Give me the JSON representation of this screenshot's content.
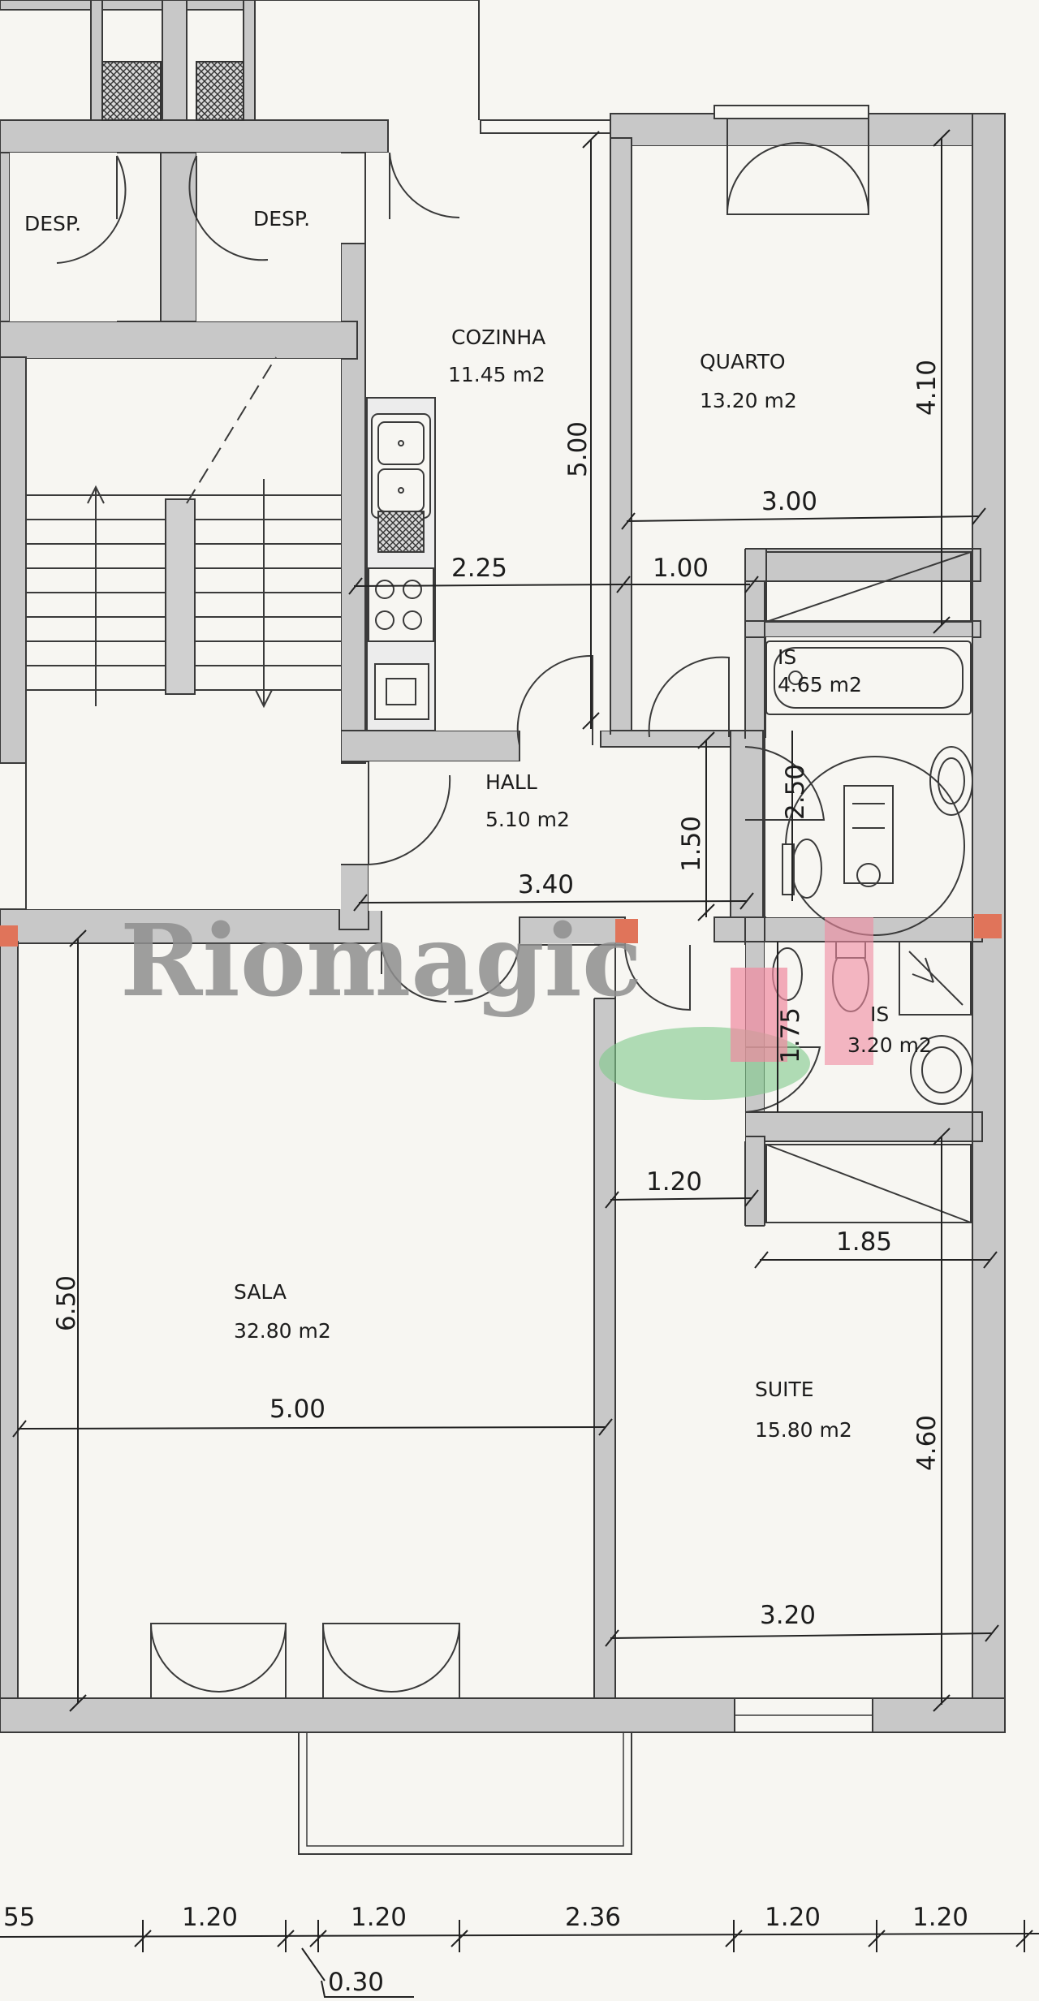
{
  "rooms": {
    "desp_left": "DESP.",
    "desp_right": "DESP.",
    "cozinha": {
      "name": "COZINHA",
      "area": "11.45 m2"
    },
    "quarto": {
      "name": "QUARTO",
      "area": "13.20 m2"
    },
    "is1": {
      "name": "IS",
      "area": "4.65 m2"
    },
    "hall": {
      "name": "HALL",
      "area": "5.10 m2"
    },
    "is2": {
      "name": "IS",
      "area": "3.20 m2"
    },
    "sala": {
      "name": "SALA",
      "area": "32.80 m2"
    },
    "suite": {
      "name": "SUITE",
      "area": "15.80 m2"
    }
  },
  "dimensions": {
    "cozinha_height": "5.00",
    "cozinha_width": "2.25",
    "quarto_height": "4.10",
    "quarto_width": "3.00",
    "corridor_width": "1.00",
    "is1_height": "2.50",
    "hall_height": "1.50",
    "hall_width": "3.40",
    "is2_height": "1.75",
    "passage_width": "1.20",
    "suite_closet_width": "1.85",
    "sala_height": "6.50",
    "sala_width": "5.00",
    "suite_height": "4.60",
    "suite_width": "3.20",
    "bottom_1": "55",
    "bottom_2": "1.20",
    "bottom_3": "1.20",
    "bottom_4": "2.36",
    "bottom_5": "1.20",
    "bottom_6": "1.20",
    "bottom_7": "0.30"
  },
  "watermark": "Riomagic",
  "colors": {
    "wall_fill": "#c8c8c8",
    "wall_line": "#3a3a3a",
    "paper": "#f7f6f2",
    "marker": "#e0745a",
    "highlight_pink": "#f08aa0",
    "highlight_green": "#7fc98a"
  }
}
